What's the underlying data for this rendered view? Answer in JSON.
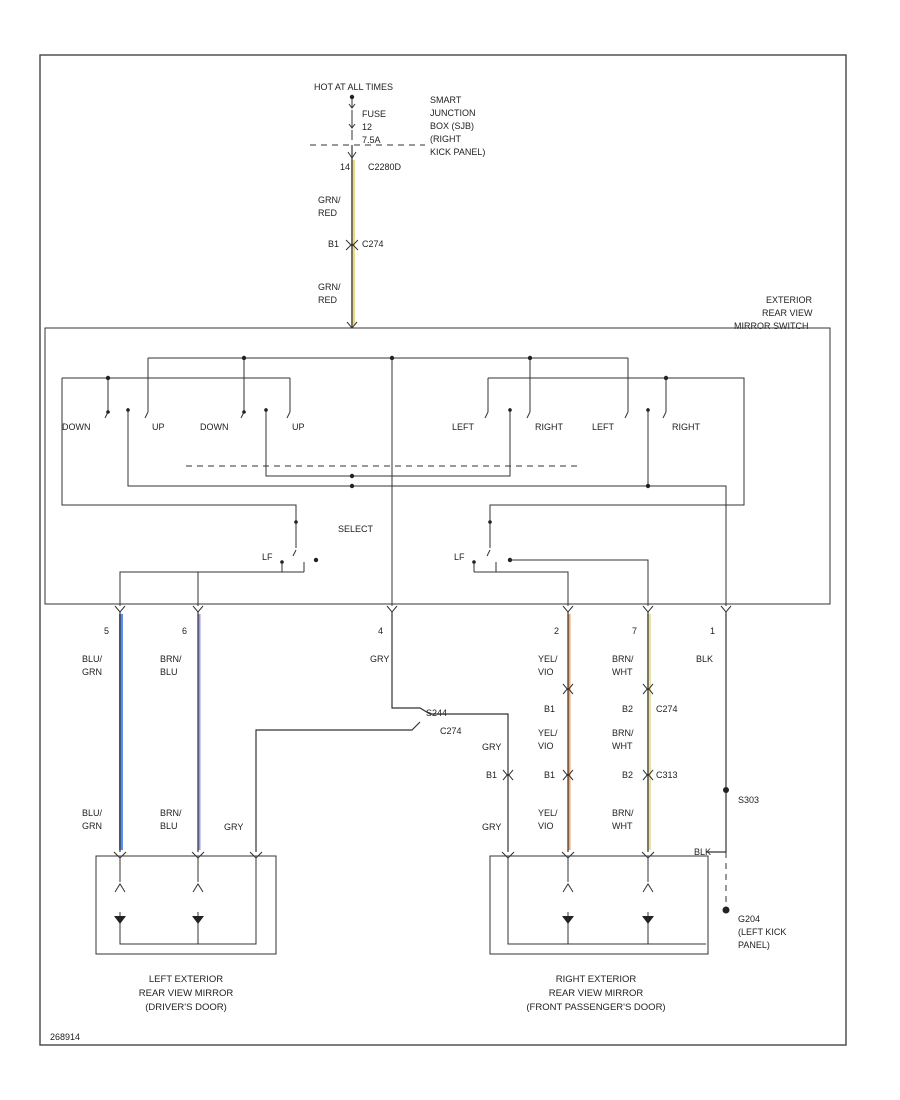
{
  "header": {
    "source": "HOT AT ALL TIMES",
    "fuse": [
      "FUSE",
      "12",
      "7.5A"
    ],
    "junction_box": [
      "SMART",
      "JUNCTION",
      "BOX (SJB)",
      "(RIGHT",
      "KICK PANEL)"
    ],
    "c_top_pin": "14",
    "c_top": "C2280D"
  },
  "feed_wire": {
    "color_top": [
      "GRN/",
      "RED"
    ],
    "c274_pin": "B1",
    "c274": "C274",
    "color_bottom": [
      "GRN/",
      "RED"
    ]
  },
  "switch": {
    "name": [
      "EXTERIOR",
      "REAR VIEW",
      "MIRROR SWITCH"
    ],
    "contacts_left": [
      "DOWN",
      "UP",
      "DOWN",
      "UP"
    ],
    "contacts_right": [
      "LEFT",
      "RIGHT",
      "LEFT",
      "RIGHT"
    ],
    "select": "SELECT",
    "select_lf": "LF",
    "select_rf": "LF"
  },
  "pins": [
    {
      "pin": "5",
      "color": [
        "BLU/",
        "GRN"
      ],
      "hex": "#5b8def"
    },
    {
      "pin": "6",
      "color": [
        "BRN/",
        "BLU"
      ],
      "hex": "#9a9ae0"
    },
    {
      "pin": "4",
      "color": [
        "GRY"
      ],
      "hex": "#333333"
    },
    {
      "pin": "2",
      "color": [
        "YEL/",
        "VIO"
      ],
      "hex": "#f2a46b"
    },
    {
      "pin": "7",
      "color": [
        "BRN/",
        "WHT"
      ],
      "hex": "#e8e2a8"
    },
    {
      "pin": "1",
      "color": [
        "BLK"
      ],
      "hex": "#333333"
    }
  ],
  "mid_splice": {
    "s": "S244",
    "c": "C274"
  },
  "right_connectors": {
    "yel_pin_top": "B1",
    "yel_color_mid": [
      "YEL/",
      "VIO"
    ],
    "yel_pin_bottom": "B1",
    "gry_color": [
      "GRY"
    ],
    "gry_pin": "B1",
    "brn_pin_top": "B2",
    "brn_c_top": "C274",
    "brn_color_mid": [
      "BRN/",
      "WHT"
    ],
    "brn_pin_bottom": "B2",
    "brn_c_bottom": "C313"
  },
  "lower_colors": {
    "blu": [
      "BLU/",
      "GRN"
    ],
    "brn_blu": [
      "BRN/",
      "BLU"
    ],
    "gry_left": [
      "GRY"
    ],
    "gry_right": [
      "GRY"
    ],
    "yel": [
      "YEL/",
      "VIO"
    ],
    "brn_wht": [
      "BRN/",
      "WHT"
    ],
    "blk": "BLK"
  },
  "ground": {
    "splice": "S303",
    "name": [
      "G204",
      "(LEFT KICK",
      "PANEL)"
    ]
  },
  "left_mirror": [
    "LEFT EXTERIOR",
    "REAR VIEW MIRROR",
    "(DRIVER'S DOOR)"
  ],
  "right_mirror": [
    "RIGHT EXTERIOR",
    "REAR VIEW MIRROR",
    "(FRONT PASSENGER'S DOOR)"
  ],
  "figure_id": "268914",
  "colors": {
    "feed_wire": "#e8d98a",
    "frame": "#444444"
  }
}
